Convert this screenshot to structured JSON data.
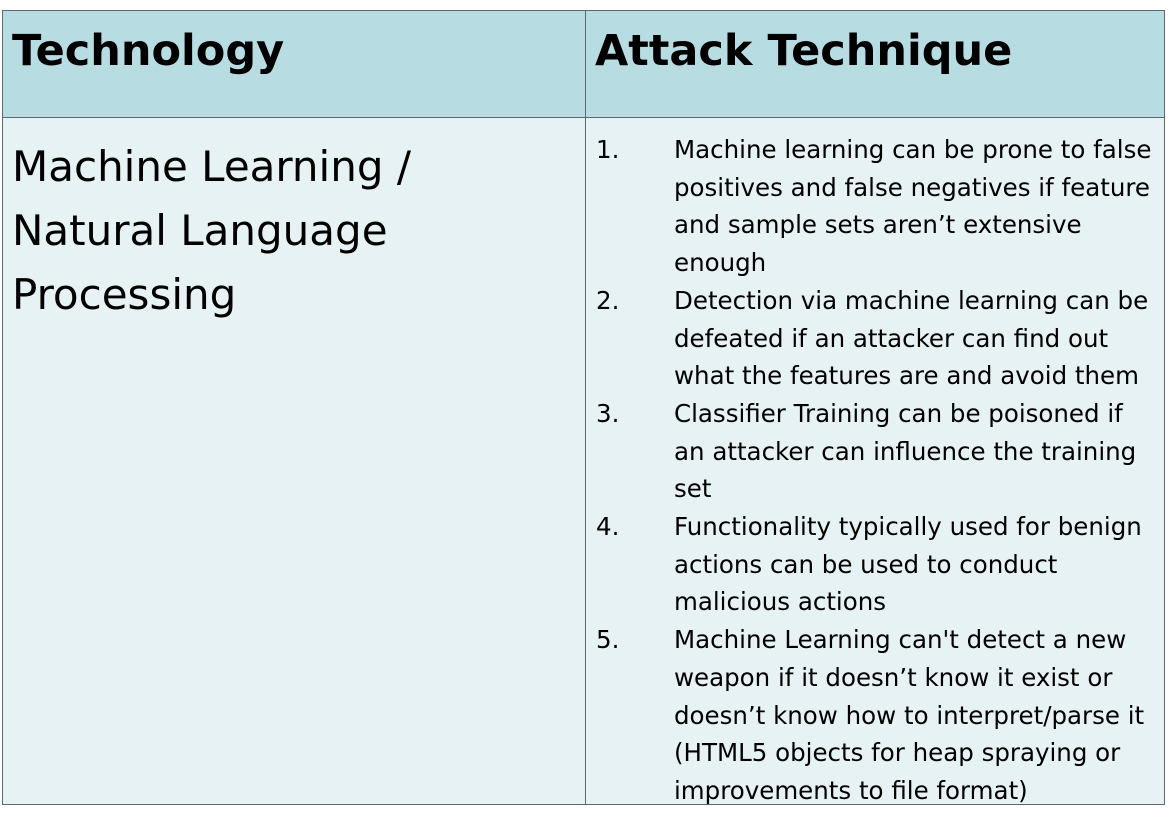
{
  "table": {
    "headers": {
      "technology": "Technology",
      "attack_technique": "Attack Technique"
    },
    "technology_text": "Machine Learning / Natural Language Processing",
    "technology_lines": [
      "Machine Learning /",
      "Natural Language",
      "Processing"
    ],
    "attack_items": [
      {
        "num": "1.",
        "text": "Machine learning can be prone to false positives and false negatives if feature and sample sets aren’t extensive enough"
      },
      {
        "num": "2.",
        "text": "Detection via machine learning can be defeated if an attacker can find out what the features are and avoid them"
      },
      {
        "num": "3.",
        "text": "Classifier Training can be poisoned if an attacker can influence the training set"
      },
      {
        "num": "4.",
        "text": "Functionality typically used for benign actions can be used to conduct malicious actions"
      },
      {
        "num": "5.",
        "text": "Machine Learning can't detect a new weapon if it doesn’t know it exist or doesn’t know how to interpret/parse it (HTML5 objects for heap spraying or improvements to file format)"
      }
    ]
  },
  "colors": {
    "header_bg": "#b7dde2",
    "body_bg": "#e6f2f4",
    "border": "#5a6a6e"
  }
}
